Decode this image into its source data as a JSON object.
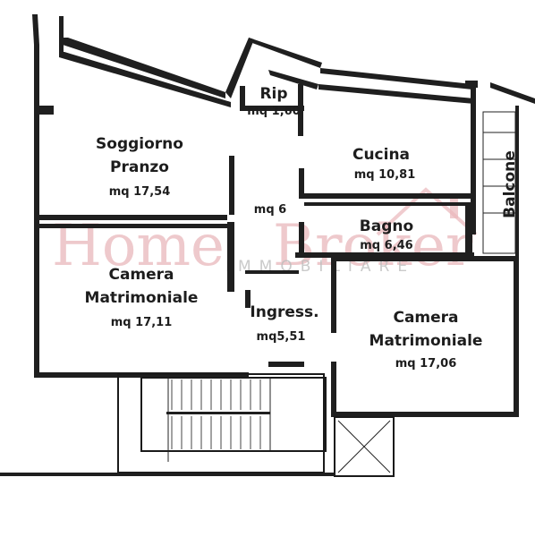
{
  "rooms": {
    "soggiorno": {
      "name_line1": "Soggiorno",
      "name_line2": "Pranzo",
      "area": "mq 17,54"
    },
    "rip": {
      "name": "Rip",
      "area": "mq 1,60"
    },
    "cucina": {
      "name": "Cucina",
      "area": "mq 10,81"
    },
    "balcone": {
      "name": "Balcone"
    },
    "corridoio": {
      "area": "mq 6"
    },
    "bagno": {
      "name": "Bagno",
      "area": "mq 6,46"
    },
    "camera_sx": {
      "name_line1": "Camera",
      "name_line2": "Matrimoniale",
      "area": "mq 17,11"
    },
    "ingresso": {
      "name": "Ingress.",
      "area": "mq5,51"
    },
    "camera_dx": {
      "name_line1": "Camera",
      "name_line2": "Matrimoniale",
      "area": "mq 17,06"
    }
  },
  "watermark": {
    "brand_part1": "Home",
    "brand_part2": "Broker",
    "subtitle": "IMMOBILIARE",
    "brand_color": "#e9b7bb"
  },
  "colors": {
    "wall": "#1f1f1f",
    "background": "#ffffff"
  }
}
